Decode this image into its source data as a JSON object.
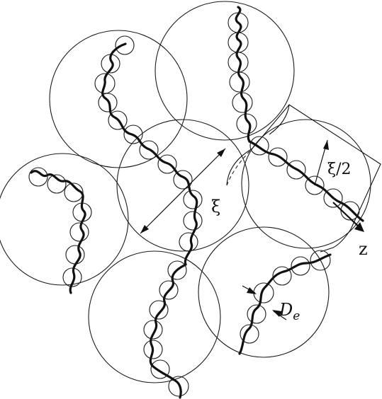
{
  "labels": {
    "xi": "ξ",
    "xi_half": "ξ/2",
    "z_axis": "z",
    "d_main": "D",
    "d_sub": "e"
  }
}
